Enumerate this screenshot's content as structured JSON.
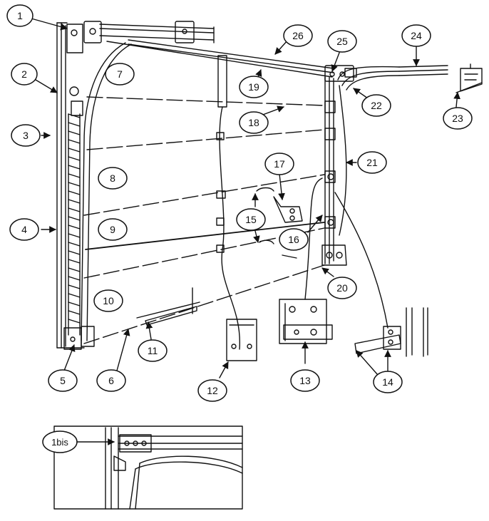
{
  "callouts": [
    {
      "id": "c1",
      "label": "1"
    },
    {
      "id": "c2",
      "label": "2"
    },
    {
      "id": "c3",
      "label": "3"
    },
    {
      "id": "c4",
      "label": "4"
    },
    {
      "id": "c5",
      "label": "5"
    },
    {
      "id": "c6",
      "label": "6"
    },
    {
      "id": "c7",
      "label": "7"
    },
    {
      "id": "c8",
      "label": "8"
    },
    {
      "id": "c9",
      "label": "9"
    },
    {
      "id": "c10",
      "label": "10"
    },
    {
      "id": "c11",
      "label": "11"
    },
    {
      "id": "c12",
      "label": "12"
    },
    {
      "id": "c13",
      "label": "13"
    },
    {
      "id": "c14",
      "label": "14"
    },
    {
      "id": "c15",
      "label": "15"
    },
    {
      "id": "c16",
      "label": "16"
    },
    {
      "id": "c17",
      "label": "17"
    },
    {
      "id": "c18",
      "label": "18"
    },
    {
      "id": "c19",
      "label": "19"
    },
    {
      "id": "c20",
      "label": "20"
    },
    {
      "id": "c21",
      "label": "21"
    },
    {
      "id": "c22",
      "label": "22"
    },
    {
      "id": "c23",
      "label": "23"
    },
    {
      "id": "c24",
      "label": "24"
    },
    {
      "id": "c25",
      "label": "25"
    },
    {
      "id": "c26",
      "label": "26"
    },
    {
      "id": "c1bis",
      "label": "1bis"
    }
  ],
  "colors": {
    "ink": "#111111",
    "background": "#ffffff"
  }
}
